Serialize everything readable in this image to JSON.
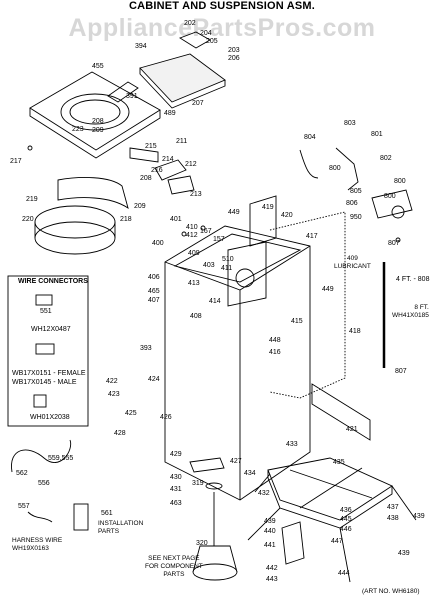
{
  "title": "CABINET AND SUSPENSION ASM.",
  "watermark": "AppliancePartsPros.com",
  "art_number": "(ART NO. WH6180)",
  "wire_connectors": {
    "heading": "WIRE CONNECTORS",
    "part_1": "551",
    "part_2": "WH12X0487",
    "part_3_line1": "WB17X0151 - FEMALE",
    "part_3_line2": "WB17X0145 - MALE",
    "part_4": "WH01X2038"
  },
  "lubricant_note": {
    "line1": "409",
    "line2": "LUBRICANT"
  },
  "hose_note": {
    "line1": "8 FT.",
    "line2": "WH41X0185"
  },
  "harness_note": {
    "line1": "HARNESS WIRE",
    "line2": "WH19X0163"
  },
  "installation_note": {
    "line1": "INSTALLATION",
    "line2": "PARTS"
  },
  "see_next_page": {
    "line1": "SEE NEXT PAGE",
    "line2": "FOR COMPONENT",
    "line3": "PARTS"
  },
  "callouts": {
    "c202": "202",
    "c204": "204",
    "c205": "205",
    "c203": "203",
    "c206": "206",
    "c394": "394",
    "c455": "455",
    "c391": "391",
    "c207": "207",
    "c489": "489",
    "c208": "208",
    "c209a": "209",
    "c223": "223",
    "c211": "211",
    "c217": "217",
    "c215": "215",
    "c214": "214",
    "c212": "212",
    "c216": "216",
    "c213": "213",
    "c208b": "208",
    "c209b": "209",
    "c219": "219",
    "c220": "220",
    "c218": "218",
    "c803": "803",
    "c801": "801",
    "c804": "804",
    "c802": "802",
    "c800a": "800",
    "c800b": "800",
    "c805": "805",
    "c806": "806",
    "c800c": "800",
    "c950": "950",
    "c807a": "807",
    "c808": "4 FT. - 808",
    "c807b": "807",
    "c449a": "449",
    "c419": "419",
    "c420": "420",
    "c417": "417",
    "c401": "401",
    "c410": "410",
    "c412": "412",
    "c167": "167",
    "c157": "157",
    "c400": "400",
    "c409": "409",
    "c403": "403",
    "c510": "510",
    "c411": "411",
    "c406": "406",
    "c413": "413",
    "c465": "465",
    "c407": "407",
    "c414": "414",
    "c408": "408",
    "c449b": "449",
    "c448": "448",
    "c415": "415",
    "c418": "418",
    "c416": "416",
    "c393": "393",
    "c422": "422",
    "c424": "424",
    "c423": "423",
    "c425": "425",
    "c426": "426",
    "c428": "428",
    "c421": "421",
    "c429": "429",
    "c427": "427",
    "c430": "430",
    "c431": "431",
    "c319": "319",
    "c463": "463",
    "c434": "434",
    "c433": "433",
    "c435": "435",
    "c432": "432",
    "c439a": "439",
    "c440": "440",
    "c436": "436",
    "c445": "445",
    "c446": "446",
    "c447": "447",
    "c441": "441",
    "c442": "442",
    "c443": "443",
    "c444": "444",
    "c437": "437",
    "c438": "438",
    "c439b": "439",
    "c439c": "439",
    "c320": "320",
    "c559": "559,555",
    "c562": "562",
    "c556": "556",
    "c557": "557",
    "c561": "561"
  }
}
